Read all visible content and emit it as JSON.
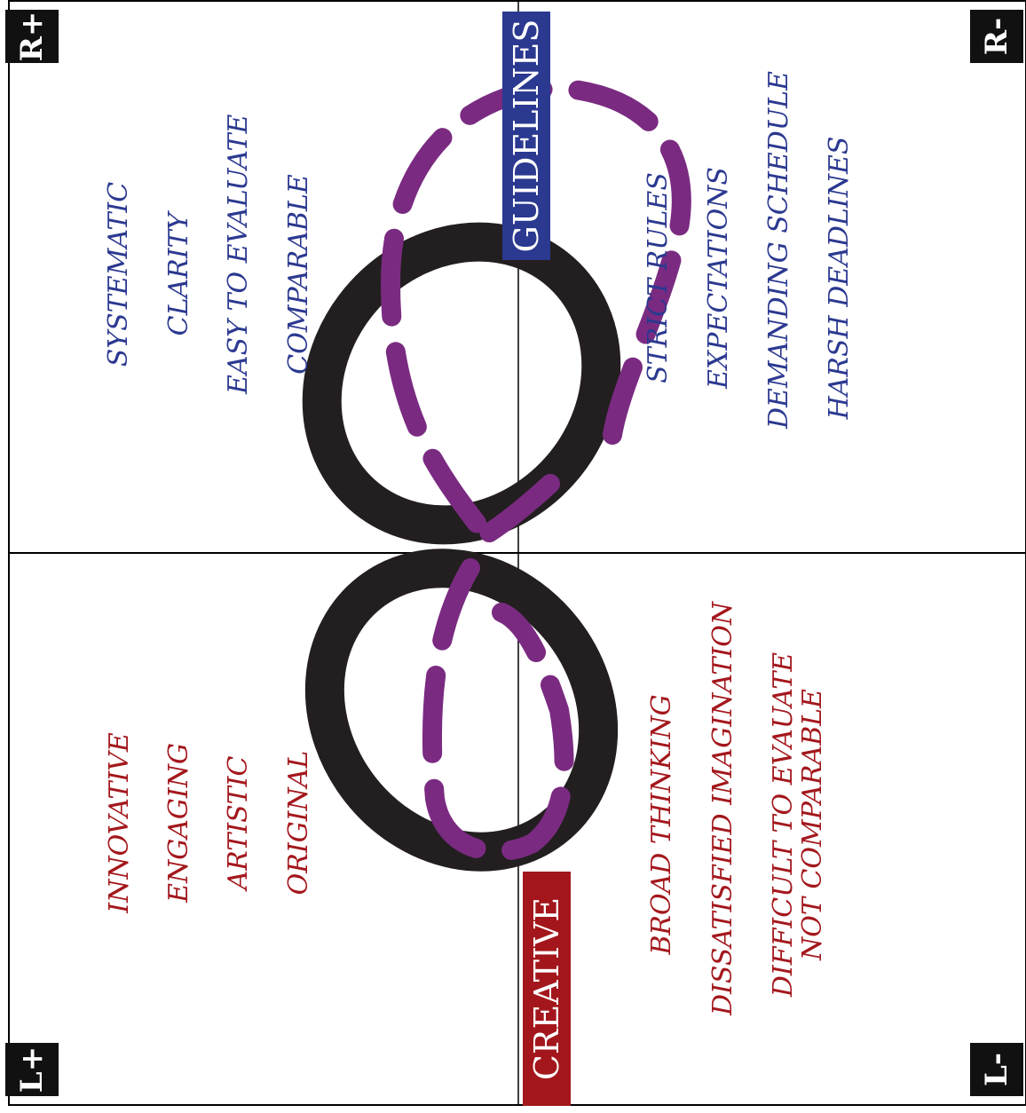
{
  "colors": {
    "positive_blue": "#2b3990",
    "creative_red": "#a3171c",
    "guidelines_box": "#2b3990",
    "creative_box": "#a3171c",
    "infinity": "#231f20",
    "dashed_loop": "#7a2b81",
    "corner_box": "#111111",
    "grid_lines": "#000000"
  },
  "icons": {
    "infinity_shape": "infinity-symbol",
    "dashed_loop": "dashed-figure-eight"
  },
  "corners": {
    "top_left": "R+",
    "top_right": "R-",
    "bottom_left": "L+",
    "bottom_right": "L-"
  },
  "headers": {
    "guidelines": "GUIDELINES",
    "creative": "CREATIVE"
  },
  "quadrants": {
    "guidelines_positive": [
      "SYSTEMATIC",
      "CLARITY",
      "EASY TO EVALUATE",
      "COMPARABLE"
    ],
    "guidelines_negative": [
      "STRICT RULES",
      "EXPECTATIONS",
      "DEMANDING SCHEDULE",
      "HARSH DEADLINES"
    ],
    "creative_positive": [
      "INNOVATIVE",
      "ENGAGING",
      "ARTISTIC",
      "ORIGINAL"
    ],
    "creative_negative": [
      "BROAD THINKING",
      "DISSATISFIED IMAGINATION",
      "DIFFICULT TO EVAUATE",
      "NOT COMPARABLE"
    ]
  }
}
